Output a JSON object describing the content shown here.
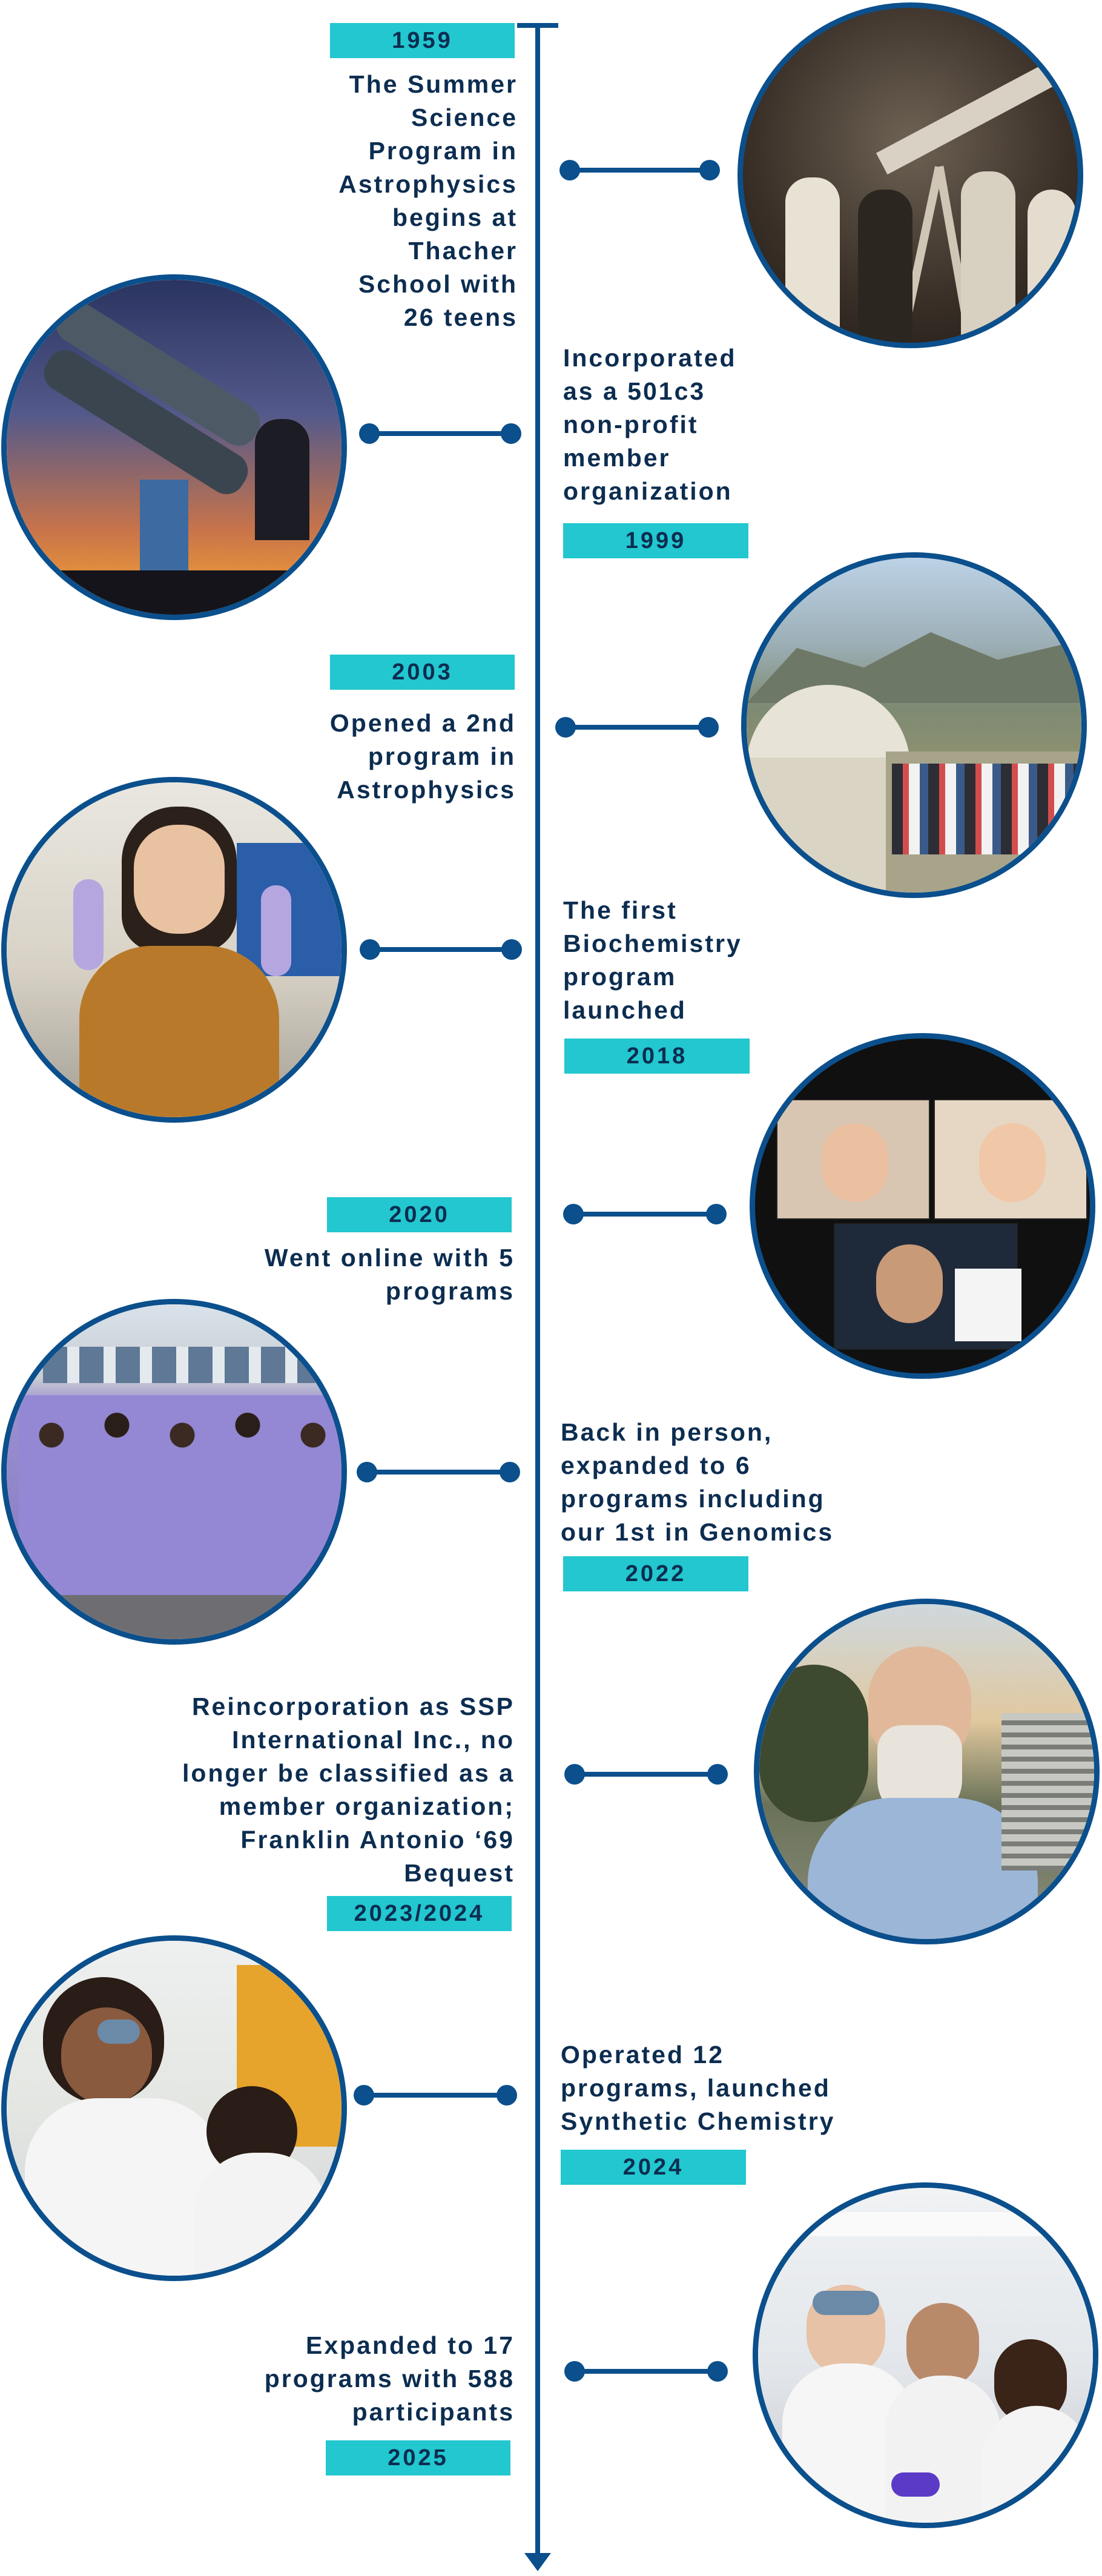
{
  "events": [
    {
      "year": "1959",
      "description": "The Summer Science Program in Astrophysics begins at Thacher School with 26 teens",
      "photo_icon": "telescope-group-photo-icon"
    },
    {
      "year": "1999",
      "description": "Incorporated as a 501c3 non-profit member organization",
      "photo_icon": "telescope-silhouette-photo-icon"
    },
    {
      "year": "2003",
      "description": "Opened a 2nd program in Astrophysics",
      "photo_icon": "observatory-photo-icon"
    },
    {
      "year": "2018",
      "description": "The first Biochemistry program launched",
      "photo_icon": "lab-student-photo-icon"
    },
    {
      "year": "2020",
      "description": "Went online with 5 programs",
      "photo_icon": "video-call-photo-icon"
    },
    {
      "year": "2022",
      "description": "Back in person, expanded to 6 programs including our 1st in Genomics",
      "photo_icon": "group-photo-icon"
    },
    {
      "year": "2023/2024",
      "description": "Reincorporation as SSP International Inc., no longer be classified as a member organization; Franklin Antonio ‘69 Bequest",
      "photo_icon": "portrait-photo-icon"
    },
    {
      "year": "2024",
      "description": "Operated 12 programs, launched Synthetic Chemistry",
      "photo_icon": "chemistry-lab-photo-icon"
    },
    {
      "year": "2025",
      "description": "Expanded to 17 programs with 588 participants",
      "photo_icon": "lab-team-photo-icon"
    }
  ],
  "colors": {
    "timeline": "#0b4f8c",
    "badge": "#22c7cf",
    "text": "#0c2d50"
  }
}
